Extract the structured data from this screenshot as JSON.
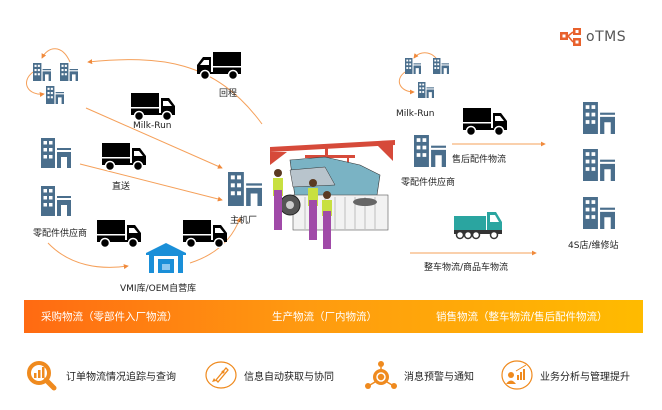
{
  "brand": {
    "logo_text": "oTMS",
    "accent": "#e8612c"
  },
  "colors": {
    "building": "#4a6e8c",
    "arrow": "#f5a05a",
    "truck": "#000000",
    "truck_teal": "#2aa5a0",
    "warehouse": "#1a8fd8",
    "feature_icon": "#ef8a1e"
  },
  "diagram": {
    "labels": {
      "return_trip": "回程",
      "milk_run_left": "Milk-Run",
      "direct_delivery": "直送",
      "parts_supplier_left": "零配件供应商",
      "oem_plant": "主机厂",
      "vmi_warehouse": "VMI库/OEM自营库",
      "milk_run_right": "Milk-Run",
      "aftersales_parts_logistics": "售后配件物流",
      "parts_supplier_right": "零配件供应商",
      "vehicle_logistics": "整车物流/商品车物流",
      "dealer_service": "4S店/维修站"
    }
  },
  "band": {
    "segments": [
      "采购物流（零部件入厂物流）",
      "生产物流（厂内物流）",
      "销售物流（整车物流/售后配件物流）"
    ]
  },
  "features": [
    {
      "icon": "search-chart-icon",
      "label": "订单物流情况追踪与查询"
    },
    {
      "icon": "rocket-icon",
      "label": "信息自动获取与协同"
    },
    {
      "icon": "alert-network-icon",
      "label": "消息预警与通知"
    },
    {
      "icon": "analytics-person-icon",
      "label": "业务分析与管理提升"
    }
  ]
}
